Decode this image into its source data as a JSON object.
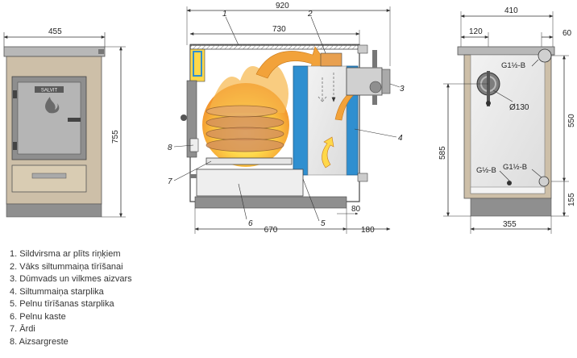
{
  "front_view": {
    "width": "455",
    "height": "755",
    "brand": "SALVIT"
  },
  "section_view": {
    "overall_width": "920",
    "inner_width": "730",
    "base_width": "670",
    "flue_offset": "180",
    "right_step": "80",
    "callouts": [
      "1",
      "2",
      "3",
      "4",
      "5",
      "6",
      "7",
      "8"
    ]
  },
  "side_view": {
    "width": "410",
    "flue_offset": "120",
    "right_offset": "60",
    "base_width": "355",
    "height_585": "585",
    "height_550": "550",
    "height_155": "155",
    "flue_diameter": "Ø130",
    "fitting_top": "G1½-B",
    "fitting_bottom_left": "G½-B",
    "fitting_bottom_right": "G1½-B"
  },
  "legend": [
    "1. Sildvirsma ar plīts riņķiem",
    "2. Vāks siltummaiņa tīrīšanai",
    "3. Dūmvads un vilkmes aizvars",
    "4. Siltummaiņa starplika",
    "5. Pelnu tīrīšanas starplika",
    "6. Pelnu kaste",
    "7. Ārdi",
    "8. Aizsargreste"
  ],
  "colors": {
    "beige_casing": "#cdbfa8",
    "gray_base": "#8f8f8f",
    "blue_exchanger": "#2f8fd0",
    "flame_orange": "#f2a23a",
    "flame_yellow": "#ffd84a",
    "panel_gray": "#e6e6e6"
  }
}
